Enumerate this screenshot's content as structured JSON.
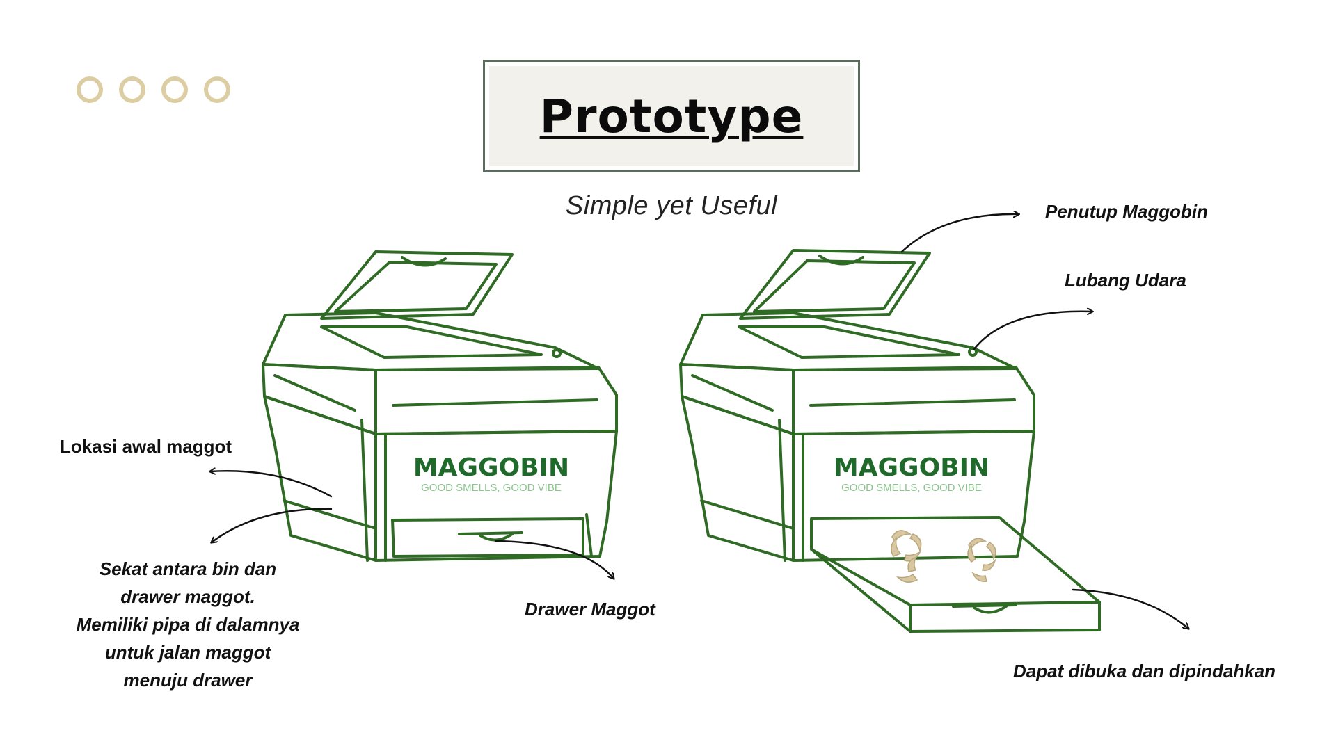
{
  "title": "Prototype",
  "subtitle": "Simple yet Useful",
  "brand": {
    "name": "MAGGOBIN",
    "tagline": "GOOD SMELLS, GOOD VIBE"
  },
  "labels": {
    "lokasi": "Lokasi awal maggot",
    "sekat": [
      "Sekat antara bin dan",
      "drawer maggot.",
      "Memiliki pipa di dalamnya",
      "untuk jalan maggot",
      "menuju drawer"
    ],
    "drawer": "Drawer Maggot",
    "penutup": "Penutup Maggobin",
    "lubang": "Lubang Udara",
    "dapat": "Dapat dibuka dan dipindahkan"
  },
  "colors": {
    "outline": "#2f6b25",
    "brand_dark": "#1f6a2a",
    "brand_light": "#8cc48f",
    "dots": "#dccda2",
    "maggot": "#d8c7a1"
  }
}
